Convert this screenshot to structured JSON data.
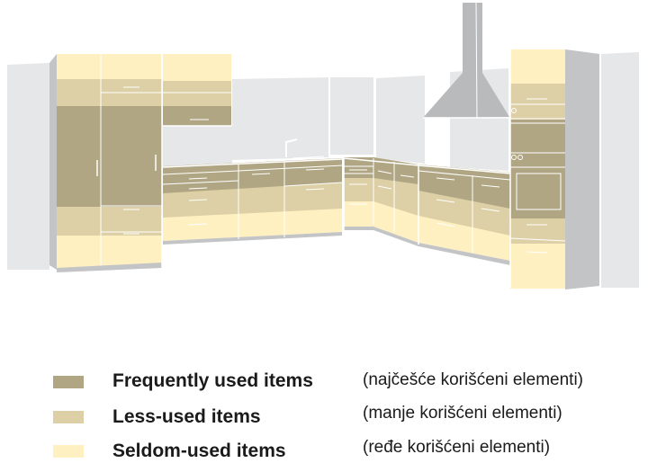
{
  "figure": {
    "subject": "L-shaped kitchen cabinetry colored by frequency of use",
    "colors": {
      "frequent": "#b0a684",
      "less": "#ddd0a6",
      "seldom": "#fff0c2",
      "wall": "#e6e7e9",
      "side": "#c3c4c6",
      "hood": "#b9babc",
      "line": "#ffffff"
    }
  },
  "legend": {
    "items": [
      {
        "key": "frequent",
        "color": "#b0a684",
        "label": "Frequently used items",
        "translation": "(najčešće korišćeni elementi)"
      },
      {
        "key": "less",
        "color": "#ddd0a6",
        "label": "Less-used items",
        "translation": "(manje korišćeni elementi)"
      },
      {
        "key": "seldom",
        "color": "#fff0c2",
        "label": "Seldom-used items",
        "translation": "(ređe korišćeni elementi)"
      }
    ]
  }
}
